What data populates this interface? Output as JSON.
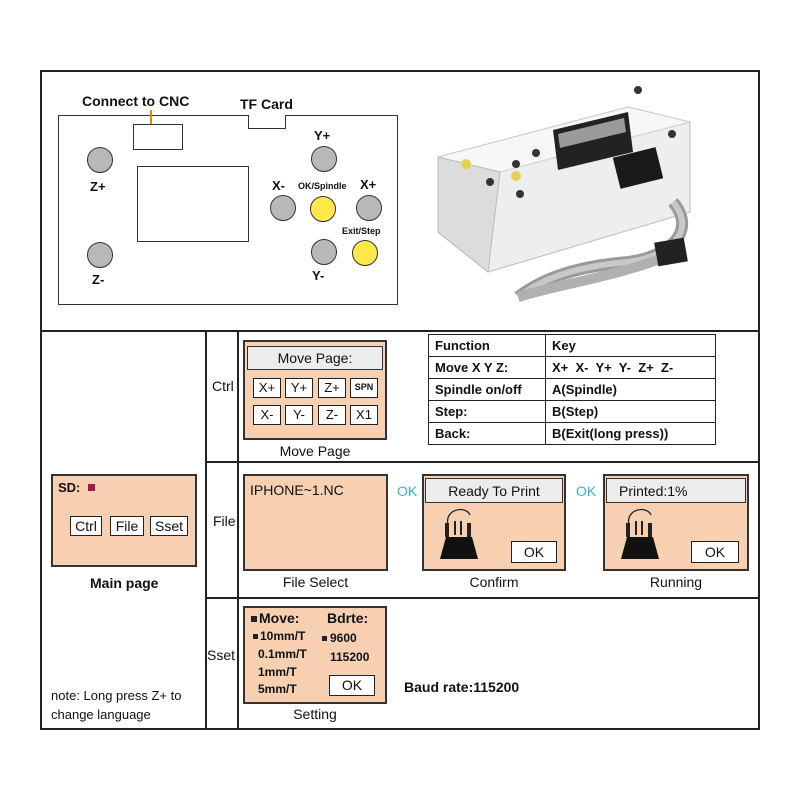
{
  "top": {
    "connect_label": "Connect to CNC",
    "tf_label": "TF Card",
    "key_labels": {
      "z_plus": "Z+",
      "z_minus": "Z-",
      "y_plus": "Y+",
      "y_minus": "Y-",
      "x_minus": "X-",
      "x_plus": "X+",
      "ok_spindle": "OK/Spindle",
      "exit_step": "Exit/Step"
    }
  },
  "colors": {
    "button_gray": "#b8b8b8",
    "button_yellow": "#ffe84a",
    "screen_fill": "#f6d0b0",
    "ok_text": "#36b6c4",
    "sd_marker": "#9b1b4f"
  },
  "main_page": {
    "sd_label": "SD:",
    "buttons": [
      "Ctrl",
      "File",
      "Sset"
    ],
    "caption": "Main page",
    "note": "note: Long press Z+ to change language"
  },
  "ctrl": {
    "row_label": "Ctrl",
    "header": "Move Page:",
    "keys_row1": [
      "X+",
      "Y+",
      "Z+",
      "SPN"
    ],
    "keys_row2": [
      "X-",
      "Y-",
      "Z-",
      "X1"
    ],
    "caption": "Move Page"
  },
  "function_table": {
    "headers": [
      "Function",
      "Key"
    ],
    "rows": [
      [
        "Move X Y Z:",
        "X+  X-  Y+  Y-  Z+  Z-"
      ],
      [
        "Spindle on/off",
        "A(Spindle)"
      ],
      [
        "Step:",
        "B(Step)"
      ],
      [
        "Back:",
        "B(Exit(long press))"
      ]
    ]
  },
  "file": {
    "row_label": "File",
    "file_name": "IPHONE~1.NC",
    "caption_select": "File Select",
    "ok1": "OK",
    "confirm_header": "Ready To Print",
    "confirm_ok": "OK",
    "caption_confirm": "Confirm",
    "ok2": "OK",
    "running_header": "Printed:1%",
    "running_ok": "OK",
    "caption_running": "Running"
  },
  "sset": {
    "row_label": "Sset",
    "move_label": "Move:",
    "bdrte_label": "Bdrte:",
    "move_options": [
      "10mm/T",
      "0.1mm/T",
      "1mm/T",
      "5mm/T"
    ],
    "baud_options": [
      "9600",
      "115200"
    ],
    "ok": "OK",
    "caption": "Setting",
    "baud_note": "Baud rate:115200"
  }
}
